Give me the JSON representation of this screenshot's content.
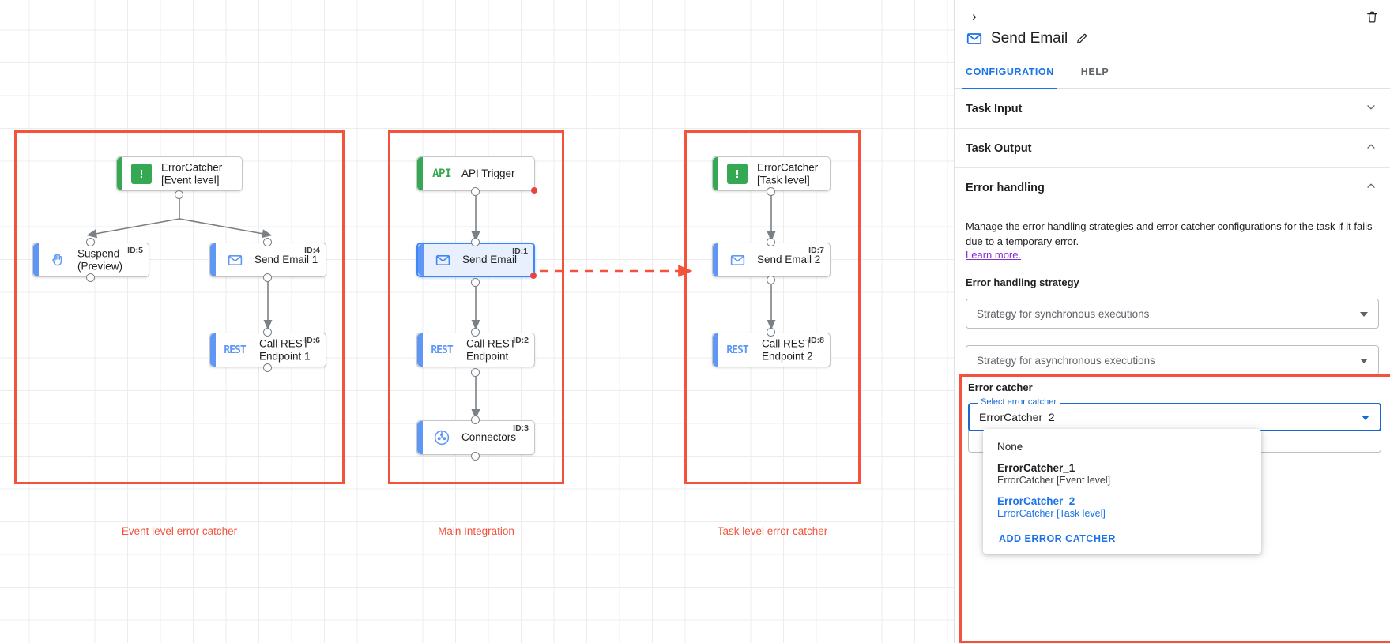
{
  "canvas": {
    "groups": [
      {
        "label": "Event level error catcher"
      },
      {
        "label": "Main Integration"
      },
      {
        "label": "Task level error catcher"
      }
    ],
    "nodes": [
      {
        "id": "n-errorcatcher-event",
        "title": "ErrorCatcher\n[Event level]",
        "icon": "error-catcher-icon",
        "accent": "green",
        "id_badge": ""
      },
      {
        "id": "n-suspend",
        "title": "Suspend\n(Preview)",
        "icon": "hand-icon",
        "accent": "blue",
        "id_badge": "ID:5"
      },
      {
        "id": "n-send-email-1",
        "title": "Send Email 1",
        "icon": "envelope-icon",
        "accent": "blue",
        "id_badge": "ID:4"
      },
      {
        "id": "n-call-rest-1",
        "title": "Call REST\nEndpoint 1",
        "icon": "rest-icon",
        "accent": "blue",
        "id_badge": "ID:6"
      },
      {
        "id": "n-api-trigger",
        "title": "API Trigger",
        "icon": "api-icon",
        "accent": "green",
        "id_badge": ""
      },
      {
        "id": "n-send-email",
        "title": "Send Email",
        "icon": "envelope-icon",
        "accent": "blue",
        "id_badge": "ID:1"
      },
      {
        "id": "n-call-rest",
        "title": "Call REST\nEndpoint",
        "icon": "rest-icon",
        "accent": "blue",
        "id_badge": "ID:2"
      },
      {
        "id": "n-connectors",
        "title": "Connectors",
        "icon": "connectors-icon",
        "accent": "blue",
        "id_badge": "ID:3"
      },
      {
        "id": "n-errorcatcher-task",
        "title": "ErrorCatcher\n[Task level]",
        "icon": "error-catcher-icon",
        "accent": "green",
        "id_badge": ""
      },
      {
        "id": "n-send-email-2",
        "title": "Send Email 2",
        "icon": "envelope-icon",
        "accent": "blue",
        "id_badge": "ID:7"
      },
      {
        "id": "n-call-rest-2",
        "title": "Call REST\nEndpoint 2",
        "icon": "rest-icon",
        "accent": "blue",
        "id_badge": "ID:8"
      }
    ],
    "icon_text": {
      "api": "API",
      "rest": "REST",
      "error_catcher": "!"
    }
  },
  "panel": {
    "collapse_icon": "›",
    "title": "Send Email",
    "tabs": [
      {
        "label": "CONFIGURATION",
        "active": true
      },
      {
        "label": "HELP",
        "active": false
      }
    ],
    "sections": [
      {
        "label": "Task Input",
        "state": "collapsed"
      },
      {
        "label": "Task Output",
        "state": "expanded"
      },
      {
        "label": "Error handling",
        "state": "expanded"
      }
    ],
    "error_handling": {
      "description": "Manage the error handling strategies and error catcher configurations for the task if it fails due to a temporary error.",
      "link": "Learn more.",
      "strategy_label": "Error handling strategy",
      "sync_placeholder": "Strategy for synchronous executions",
      "async_placeholder": "Strategy for asynchronous executions"
    },
    "error_catcher": {
      "title": "Error catcher",
      "field_legend": "Select error catcher",
      "field_value": "ErrorCatcher_2",
      "options": [
        {
          "primary": "None",
          "secondary": "",
          "selected": false,
          "bold": false
        },
        {
          "primary": "ErrorCatcher_1",
          "secondary": "ErrorCatcher [Event level]",
          "selected": false,
          "bold": true
        },
        {
          "primary": "ErrorCatcher_2",
          "secondary": "ErrorCatcher [Task level]",
          "selected": true,
          "bold": true
        }
      ],
      "add_label": "ADD ERROR CATCHER"
    },
    "colors": {
      "accent_blue": "#1a73e8",
      "highlight_red": "#f4523b",
      "link_purple": "#8430ce"
    }
  }
}
